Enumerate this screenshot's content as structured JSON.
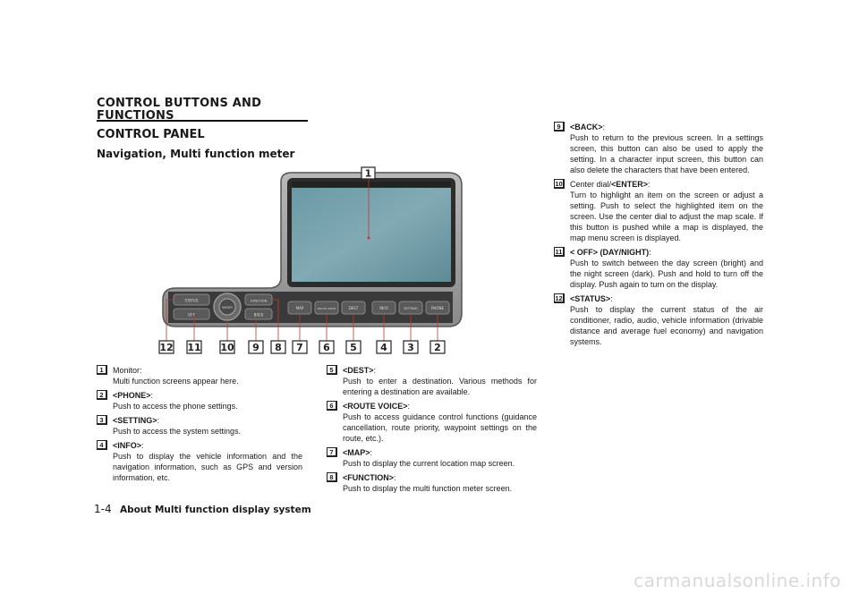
{
  "section_title": "CONTROL BUTTONS AND FUNCTIONS",
  "subtitle": "CONTROL PANEL",
  "subsubtitle": "Navigation, Multi function meter",
  "figure": {
    "buttons": {
      "function": "FUNCTION",
      "map": "MAP",
      "route_voice": "ROUTE VOICE",
      "dest": "DEST",
      "info": "INFO",
      "setting": "SETTING",
      "phone": "PHONE",
      "status": "STATUS",
      "day_night": "OFF",
      "enter": "ENTER",
      "back": "BACK"
    },
    "callouts": [
      "1",
      "12",
      "11",
      "10",
      "9",
      "8",
      "7",
      "6",
      "5",
      "4",
      "3",
      "2"
    ]
  },
  "items": [
    {
      "num": "1",
      "head": "Monitor:",
      "desc": "Multi function screens appear here."
    },
    {
      "num": "2",
      "head_b": "<PHONE>",
      "head_s": ":",
      "desc": "Push to access the phone settings."
    },
    {
      "num": "3",
      "head_b": "<SETTING>",
      "head_s": ":",
      "desc": "Push to access the system settings."
    },
    {
      "num": "4",
      "head_b": "<INFO>",
      "head_s": ":",
      "desc": "Push to display the vehicle information and the navigation information, such as GPS and version information, etc."
    },
    {
      "num": "5",
      "head_b": "<DEST>",
      "head_s": ":",
      "desc": "Push to enter a destination. Various methods for entering a destination are available."
    },
    {
      "num": "6",
      "head_b": "<ROUTE VOICE>",
      "head_s": ":",
      "desc": "Push to access guidance control functions (guidance cancellation, route priority, waypoint settings on the route, etc.)."
    },
    {
      "num": "7",
      "head_b": "<MAP>",
      "head_s": ":",
      "desc": "Push to display the current location map screen."
    },
    {
      "num": "8",
      "head_b": "<FUNCTION>",
      "head_s": ":",
      "desc": "Push to display the multi function meter screen."
    },
    {
      "num": "9",
      "head_b": "<BACK>",
      "head_s": ":",
      "desc": "Push to return to the previous screen. In a settings screen, this button can also be used to apply the setting. In a character input screen, this button can also delete the characters that have been entered."
    },
    {
      "num": "10",
      "head_p": "Center dial/",
      "head_b": "<ENTER>",
      "head_s": ":",
      "desc": "Turn to highlight an item on the screen or adjust a setting. Push to select the highlighted item on the screen. Use the center dial to adjust the map scale. If this button is pushed while a map is displayed, the map menu screen is displayed."
    },
    {
      "num": "11",
      "head_b": "< OFF> (DAY/NIGHT)",
      "head_s": ":",
      "desc": "Push to switch between the day screen (bright) and the night screen (dark). Push and hold to turn off the display. Push again to turn on the display."
    },
    {
      "num": "12",
      "head_b": "<STATUS>",
      "head_s": ":",
      "desc": "Push to display the current status of the air conditioner, radio, audio, vehicle information (drivable distance and average fuel economy) and navigation systems."
    }
  ],
  "footer": {
    "page": "1-4",
    "title": "About Multi function display system"
  },
  "watermark": "carmanualsonline.info"
}
